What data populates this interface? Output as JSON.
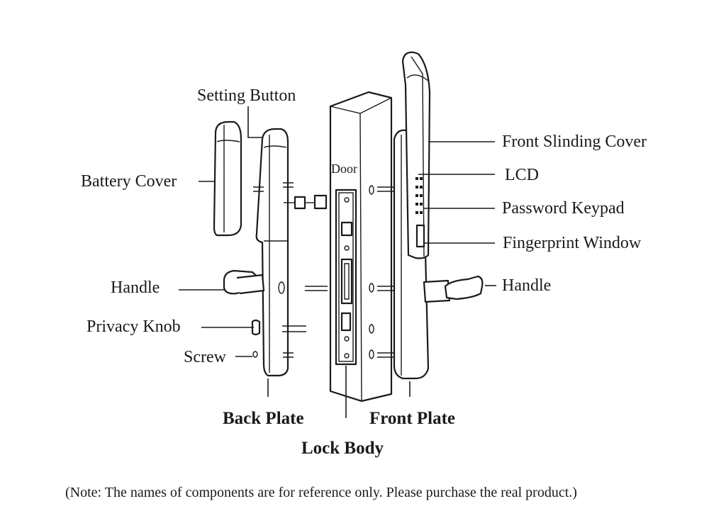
{
  "labels": {
    "setting_button": "Setting Button",
    "battery_cover": "Battery Cover",
    "door": "Door",
    "front_sliding_cover": "Front Slinding Cover",
    "lcd": "LCD",
    "password_keypad": "Password Keypad",
    "fingerprint_window": "Fingerprint Window",
    "handle_left": "Handle",
    "handle_right": "Handle",
    "privacy_knob": "Privacy Knob",
    "screw": "Screw",
    "back_plate": "Back Plate",
    "front_plate": "Front Plate",
    "lock_body": "Lock Body"
  },
  "note": "(Note: The names of components are for reference only. Please purchase the real product.)"
}
